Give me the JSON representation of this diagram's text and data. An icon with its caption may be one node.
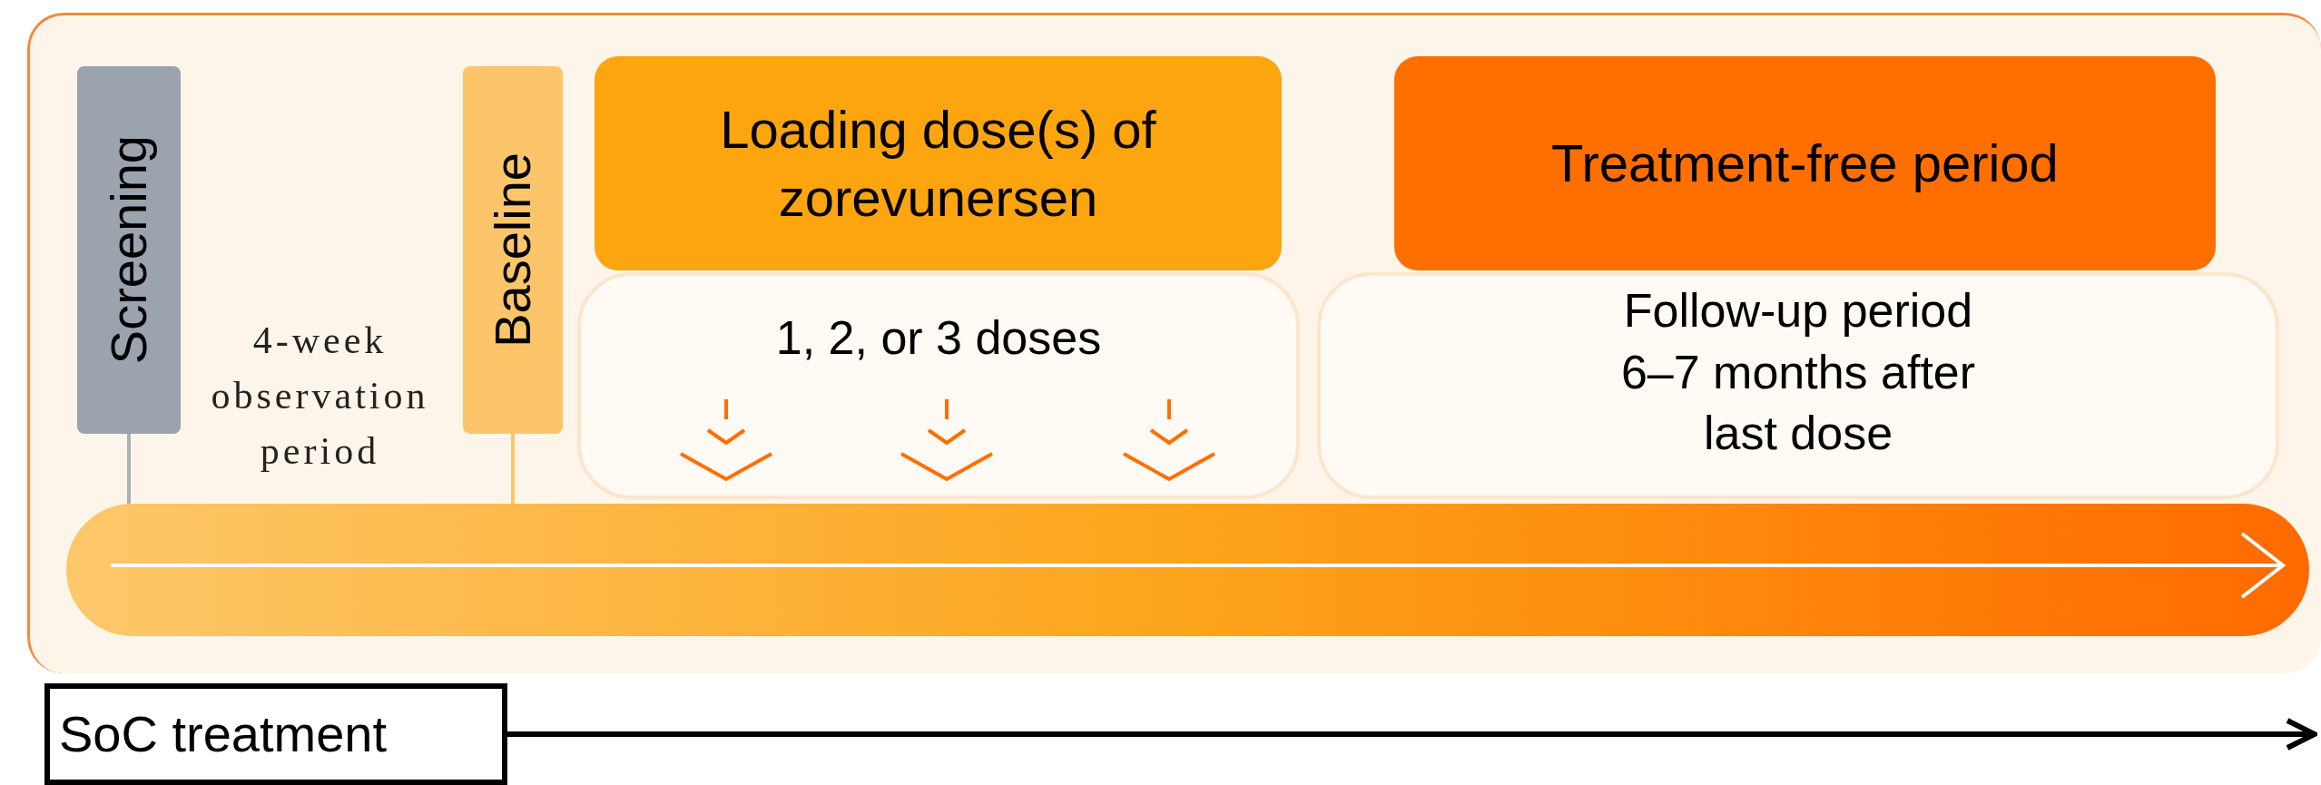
{
  "diagram": {
    "nodes": [
      {
        "text": [
          "Screening"
        ]
      },
      {
        "text": [
          "Baseline"
        ]
      },
      {
        "text": [
          "Loading dose(s) of zorevunersen"
        ]
      },
      {
        "text": [
          "1, 2, or 3 doses"
        ]
      },
      {
        "text": [
          "Treatment-free period"
        ]
      },
      {
        "text": [
          "Follow-up period 6–7 months after last dose"
        ]
      },
      {
        "text": [],
        "shape": "bar"
      },
      {
        "text": [
          "SoC treatment"
        ]
      }
    ],
    "edges": [
      {
        "from": 0,
        "to": 6,
        "arrow": "none",
        "color": "#a9b0b8"
      },
      {
        "from": 1,
        "to": 6,
        "arrow": "none",
        "color": "#fcc56a"
      },
      {
        "from": 7,
        "to": null,
        "arrow": "to",
        "color": "#000000"
      }
    ],
    "labels": [
      "4-week observation period"
    ]
  }
}
